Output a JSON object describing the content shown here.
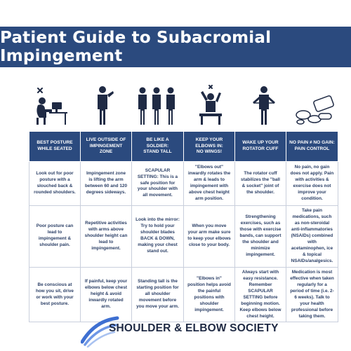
{
  "title": "Patient Guide to Subacromial Impingement",
  "colors": {
    "navy": "#2b4a7e",
    "text": "#2b3f66",
    "border": "#c9cfdc",
    "logo_blue": "#3e6fd1"
  },
  "icons": [
    "person-at-desk-icon",
    "arm-raised-icon",
    "three-soldiers-icon",
    "exercise-pose-icon",
    "resistance-band-icon",
    "pills-icon"
  ],
  "columns": [
    {
      "header": [
        "BEST POSTURE",
        "WHILE SEATED"
      ],
      "cells": [
        "Look out for poor posture with a slouched back & rounded shoulders.",
        "Poor posture can lead to impingement & shoulder pain.",
        "Be conscious at how you sit, drive or work with your best posture."
      ]
    },
    {
      "header": [
        "LIVE OUTSIDE OF",
        "IMPINGEMENT",
        "ZONE"
      ],
      "cells": [
        "Impingement zone is lifting the arm between 60 and 120 degrees sideways.",
        "Repetitive activities with arms above shoulder height can lead to impingement.",
        "If painful, keep your elbows below chest height & avoid inwardly rotated arm."
      ]
    },
    {
      "header": [
        "BE LIKE A",
        "SOLDIER:",
        "STAND TALL"
      ],
      "cells": [
        "SCAPULAR SETTING: This is a safe position for your shoulder with all movement.",
        "Look into the mirror: Try to hold your shoulder blades BACK & DOWN, making your chest stand out.",
        "Standing tall is the starting position for all shoulder movement before you move your arm."
      ]
    },
    {
      "header": [
        "KEEP YOUR",
        "ELBOWS IN:",
        "NO WINGS!"
      ],
      "cells": [
        "\"Elbows out\" inwardly rotates the arm & leads to impingement with above chest height arm position.",
        "When you move your arm make sure to keep your elbows close to your body.",
        "\"Elbows in\" position helps avoid the painful positions with shoulder impingement."
      ]
    },
    {
      "header": [
        "WAKE UP YOUR",
        "ROTATOR CUFF"
      ],
      "cells": [
        "The rotator cuff stabilizes the \"ball & socket\" joint of the shoulder.",
        "Strengthening exercises, such as those with exercise bands, can support the shoulder and minimize impingement.",
        "Always start with easy resistance. Remember SCAPULAR SETTING before beginning motion. Keep elbows below chest height."
      ]
    },
    {
      "header": [
        "NO PAIN ≠ NO GAIN:",
        "PAIN CONTROL"
      ],
      "cells": [
        "No pain, no gain does not apply. Pain with activities & exercise does not improve your condition.",
        "Take pain medications, such as non-steroidal anti-inflammatories (NSAIDs) combined with acetaminophen, ice & topical NSAIDs/analgesics.",
        "Medication is most effective when taken regularly for a period of time (i.e. 2-6 weeks). Talk to your health professional before taking them."
      ]
    }
  ],
  "footer": {
    "organization": "SHOULDER & ELBOW SOCIETY"
  }
}
